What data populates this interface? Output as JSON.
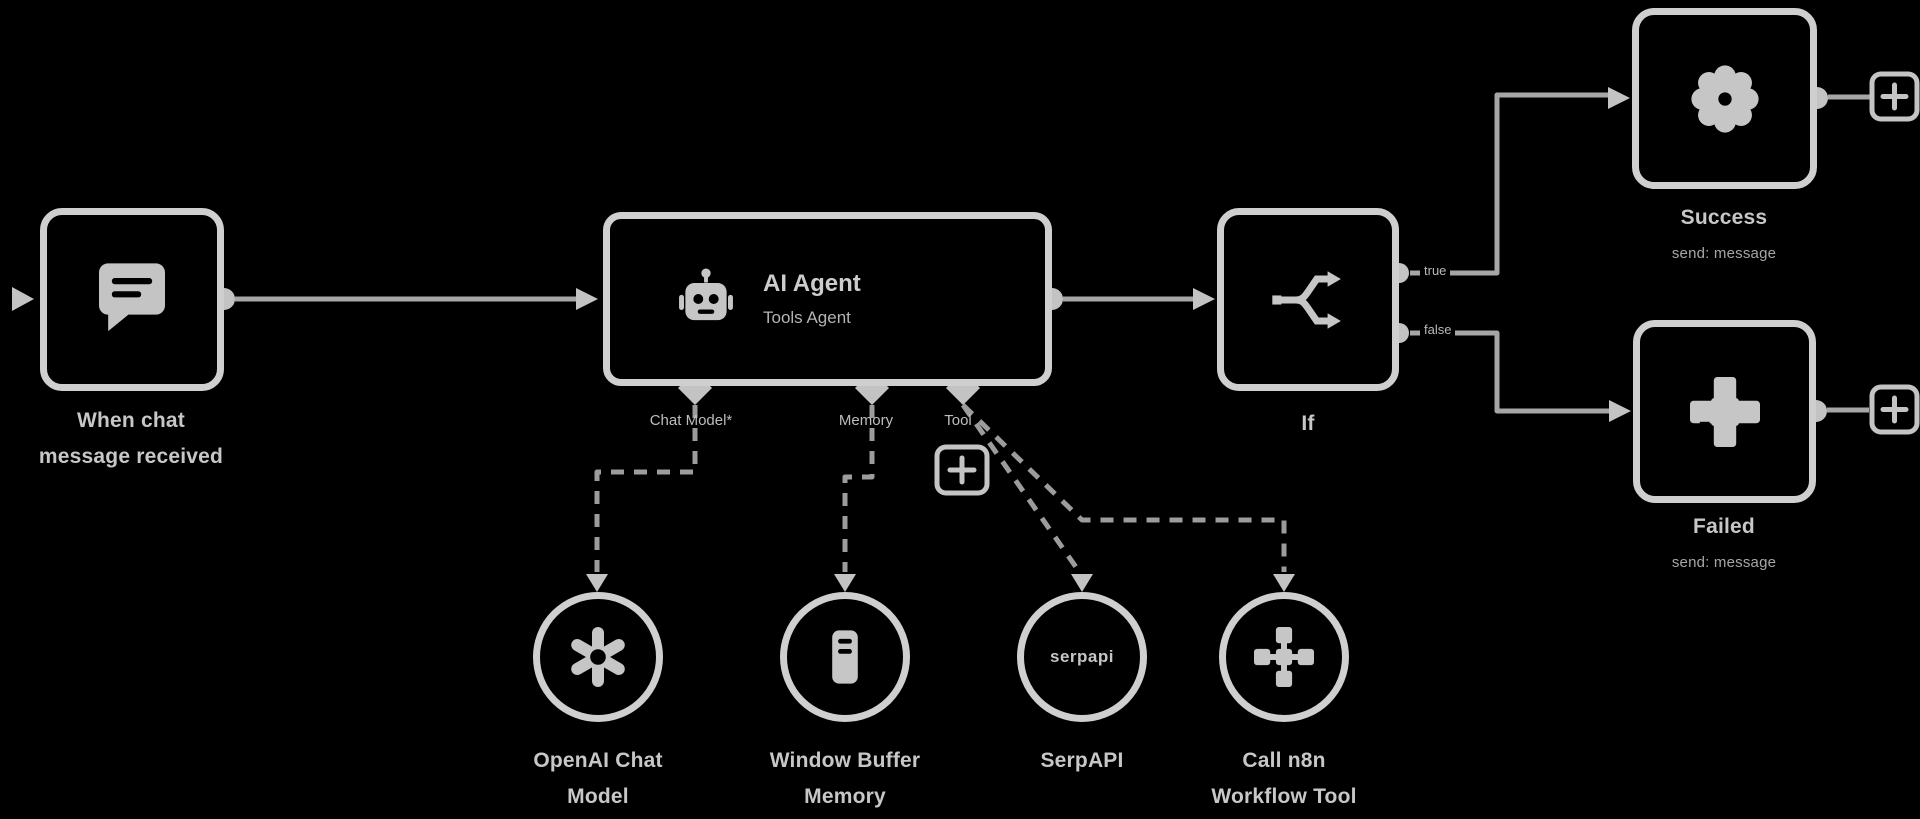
{
  "canvas": {
    "background": "#000000",
    "node_outline": "#cfcfcf",
    "wire_color": "#a6a6a6",
    "text_color": "#c7c7c7"
  },
  "trigger": {
    "title_line1": "When chat",
    "title_line2": "message received",
    "icon": "chat-bubble-icon"
  },
  "agent": {
    "title": "AI Agent",
    "subtitle": "Tools Agent",
    "icon": "robot-icon",
    "connectors": {
      "chat_model": {
        "label": "Chat Model*"
      },
      "memory": {
        "label": "Memory"
      },
      "tool": {
        "label": "Tool"
      }
    }
  },
  "if_node": {
    "title": "If",
    "icon": "branch-icon",
    "outputs": {
      "true_label": "true",
      "false_label": "false"
    }
  },
  "success_node": {
    "title": "Success",
    "subtitle": "send: message",
    "icon": "flower-gear-icon"
  },
  "failed_node": {
    "title": "Failed",
    "subtitle": "send: message",
    "icon": "cross-blocks-icon"
  },
  "tools": [
    {
      "title_line1": "OpenAI Chat",
      "title_line2": "Model",
      "icon": "openai-logo-icon"
    },
    {
      "title_line1": "Window Buffer",
      "title_line2": "Memory",
      "icon": "memory-icon"
    },
    {
      "title_line1": "SerpAPI",
      "title_line2": "",
      "icon": "serpapi-wordmark",
      "icon_text": "serpapi"
    },
    {
      "title_line1": "Call n8n",
      "title_line2": "Workflow Tool",
      "icon": "workflow-blocks-icon"
    }
  ]
}
